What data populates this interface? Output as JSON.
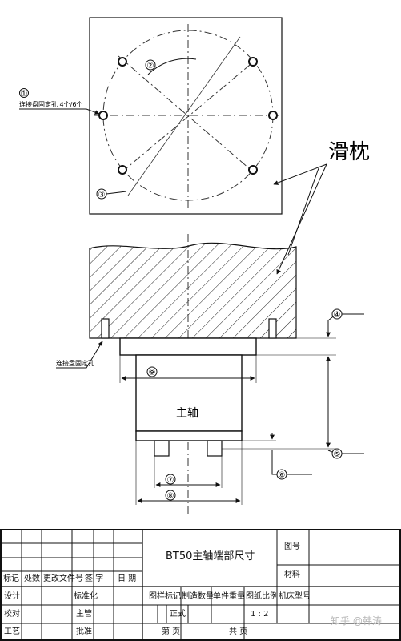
{
  "drawing": {
    "slide_label": "滑枕",
    "spindle_label": "主轴",
    "hole_note_top": "连接盘固定孔 4个/6个",
    "hole_note_side": "连接盘固定孔",
    "callouts": [
      "①",
      "②",
      "③",
      "④",
      "⑤",
      "⑥",
      "⑦",
      "⑧",
      "⑨"
    ]
  },
  "title_block": {
    "title": "BT50主轴端部尺寸",
    "drawing_no_label": "图号",
    "material_label": "材料",
    "revision_headers": [
      "标记",
      "处数",
      "更改文件号",
      "签  字",
      "日 期"
    ],
    "row_labels": [
      "设计",
      "校对",
      "工艺"
    ],
    "mid_labels": [
      "标准化",
      "主管",
      "批准"
    ],
    "info_headers": [
      "图样标记",
      "制造数量",
      "单件重量",
      "图纸比例",
      "机床型号"
    ],
    "mark_value": "正式",
    "scale_value": "1 : 2",
    "page_label": "第        页",
    "total_label": "共        页"
  },
  "watermark": "知乎 @韩涛"
}
